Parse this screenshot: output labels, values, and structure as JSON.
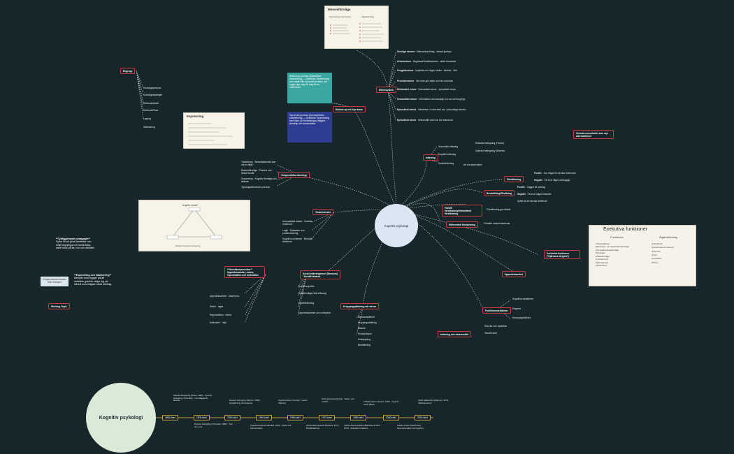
{
  "center": {
    "label": "Kognitiv psykologi"
  },
  "bottom_circle": {
    "label": "Kognitiv psykologi"
  },
  "minnesystem": {
    "title": "Minnesystem",
    "items": [
      {
        "label": "Sinnliga minnen",
        "text": "Mikrosekund/dag · stimuli ljud/syn"
      },
      {
        "label": "Arbetsminne",
        "text": "Begränsat korttidsminne · aktivt bearbetat"
      },
      {
        "label": "Långtidsminne",
        "text": "Implicita och högre nivåer · tidsfrist · Slör"
      },
      {
        "label": "Procedurminne",
        "text": "Hur man gör saker och hur man kan"
      },
      {
        "label": "Deklarativt minne",
        "text": "Semantiskt minne · episodiskt minne"
      },
      {
        "label": "Semantiskt minne",
        "text": "Information och kunskap om ord och begrepp"
      },
      {
        "label": "Episodiskt minne",
        "text": "Händelser vi varit med om · personliga minnen"
      },
      {
        "label": "Episodiskt minne",
        "text": "Minnesbild med ord och tidsramar"
      }
    ]
  },
  "minnesformaga_image": {
    "title": "Minnesförmåga",
    "left_heading": "Sammanfoga information",
    "right_heading": "Åtgärdsförslag"
  },
  "begrepp": {
    "title": "Begrepp",
    "items": [
      "Kodningsprocess",
      "Kodningsstrategier",
      "Retrieval/Aktivt",
      "Retrieval/Pass",
      "Lagring",
      "Habituering"
    ]
  },
  "exponering_image": {
    "title": "Exponering"
  },
  "bottom_up_top_down": {
    "title": "Bottom up och top down",
    "bottom_up_text": "Bottom-up-process (Datadriven bearbetning) — Definition: Bearbetning som utgår från sinnesinformation och byggs upp steg för steg till en helhetsbild.",
    "top_down_text": "Top-down-process (Konceptdriven bearbetning) — Definition: Bearbetning som styrs av förväntningar, tidigare kunskap och erfarenheter."
  },
  "temporallobs": {
    "title": "Temporallobs-teknologi",
    "items": [
      "Tidsfixering · Beslutsfattande sker när vi väljer",
      "Beslutsförmåga · Planera och tänka framåt",
      "Exponering · Kognitiv förmåga och lärande",
      "Typologisk/exekutiv process"
    ]
  },
  "tankemonster": {
    "title": "Tankemönster",
    "items": [
      "Automatiska tankar · Snabba reaktioner",
      "Logik · Slutsatser och problemlösning",
      "Kognitiva scheman · Mentala strukturer"
    ]
  },
  "modell_image": {
    "title": "Kognitiv modell",
    "caption": "Modell för kognitiv bearbetning"
  },
  "inlarning": {
    "title": "Inlärning",
    "items": [
      "Associativ inlärning",
      "Kognitiv inlärning",
      "Modellinlärning"
    ],
    "details": [
      "Klassisk betingning (Pavlov)",
      "Operant betingning (Skinner)",
      "Lär via observation"
    ]
  },
  "forstarkning": {
    "title": "Förstärkning",
    "items": [
      {
        "label": "Positiv",
        "text": "Ger något för att öka beteendet"
      },
      {
        "label": "Negativ",
        "text": "Tar bort något obehagligt"
      }
    ]
  },
  "bestraffning": {
    "title": "Bestraffning/Straffning",
    "items": [
      {
        "label": "Positiv",
        "text": "Lägger till obehag"
      },
      {
        "label": "Negativ",
        "text": "Tar bort något önskvärt"
      },
      {
        "label": "",
        "text": "Syftet är att minska beteende"
      }
    ]
  },
  "partiell": {
    "title": "Partiell förstärkning/Intermittent förstärkning",
    "text": "Förstärkning ges ibland"
  },
  "differentiell": {
    "title": "Differentiell förstärkning",
    "text": "Förstärk önskat beteende"
  },
  "central_exekutiv": {
    "label": "Central exekutiv/det som styr alla funktioner"
  },
  "exekutiva_funktioner": {
    "title": "Exekutiva funktioner",
    "left_heading": "Funktioner",
    "right_heading": "Åtgärdsförslag",
    "left_items": [
      "Tidsuppfattning",
      "Planerings- och organisationsförmåga",
      "Uppmärksamhetsförmåga",
      "Flexibilitet",
      "Initiativförmåga",
      "Impulskontroll",
      "Självreglering",
      "Arbetsminne"
    ],
    "right_items": [
      "Instruktioner",
      "Visuellt stöd och schema",
      "Scheman",
      "Timer",
      "Checklistor",
      "Rutiner"
    ],
    "node_label": "Exekutiva funktioner (*Hjärnans dirigent*)"
  },
  "uppmarksamhet": {
    "label": "Uppmärksamhet"
  },
  "funktionsvariationer": {
    "title": "Funktionsvariationer",
    "items": [
      "Kognitiva variationer",
      "Diagnos",
      "Neuropsykiatriska"
    ]
  },
  "inlarning_minnesstod": {
    "title": "Inlärning och minnesstöd",
    "items": [
      "Struktur och repetition",
      "Visuellt stöd"
    ]
  },
  "kroppsuppfattning": {
    "title": "Kroppsuppfattning och stress",
    "items": [
      "Stressreaktioner",
      "Kroppsuppfattning",
      "Motorik",
      "Sinnesintryck",
      "Avslappning",
      "Bearbetning"
    ]
  },
  "social_marking": {
    "title": "Social inlärningsteori (Bandura) / Socialt lärande",
    "items": [
      "Social kognition",
      "Självförmåga (Self-efficacy)",
      "Modellinlärning",
      "Uppmärksamhet och motivation"
    ]
  },
  "traning_modeller": {
    "title": "**Grundkomponenter** Uppmärksamhet, minne, reproduktion och motivation",
    "items": [
      "Uppmärksamhet · observera",
      "Minne · lagra",
      "Reproduktion · utföra",
      "Motivation · vilja"
    ]
  },
  "prata_pedagogik": {
    "title": "**Tydliggörande pedagogik**",
    "text": "Syftar till att göra händelser och miljö begripliga och hanterbara, med fokus på tid, rum och aktivitet."
  },
  "exponering_habitering": {
    "title": "**Exponering och habituering**",
    "text": "Metoder som bygger på att individen gradvis vänjer sig vid stimuli som tidigare väckt obehag."
  },
  "tavla_tooltip": {
    "text": "Övriga moderna teorier eller exempel"
  },
  "working_topic": {
    "label": "Working Topic"
  },
  "timeline": {
    "nodes": [
      "1800-talet",
      "1900-talet",
      "1920-talet",
      "1940-talet",
      "1960-talet",
      "1970-talet",
      "1980-talet",
      "2000-talet",
      "2010-talet"
    ],
    "top_texts": [
      "Klassisk betingning (Pavlov, 1890) · Operant betingning (Thorndike) · Grundläggande lärande",
      "Operant betingning (Skinner, 1938) · Förstärkning och beteende",
      "Kognitiva kartor (Tolman) · Latent inlärning",
      "Informationsbearbetning · Datorn som metafor",
      "Tvåfaktorsteori (Mowrer, 1960) · Kognitiv terapi (Beck)",
      "Inlärd hjälplöshet (Seligman, 1975) · Attributionsteori"
    ],
    "bottom_texts": [
      "Operant betingning (Thorndike, 1898) · Trial and error",
      "Kognitiva scheman (Bartlett, 1932) · Minne och rekonstruktion",
      "Social inlärningsteori (Bandura, 1977) · Modellinlärning",
      "Arbetsminnesmodellen (Baddeley & Hitch, 1974) · Exekutiva funktioner",
      "Kritiska teorier (Kahneman) · Neurovetenskap och kognition"
    ]
  }
}
